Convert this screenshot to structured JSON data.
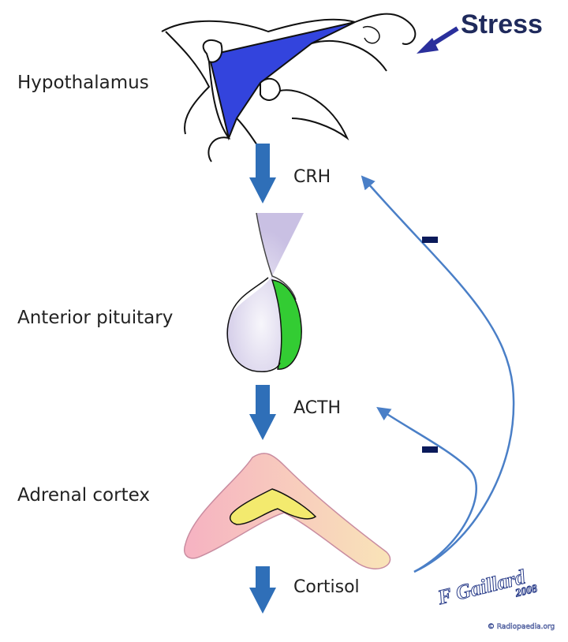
{
  "labels": {
    "stress": "Stress",
    "hypothalamus": "Hypothalamus",
    "anterior_pituitary": "Anterior pituitary",
    "adrenal_cortex": "Adrenal cortex"
  },
  "hormones": {
    "crh": "CRH",
    "acth": "ACTH",
    "cortisol": "Cortisol"
  },
  "feedback": {
    "sign_upper": "-",
    "sign_lower": "-"
  },
  "signature": {
    "name": "F Gaillard",
    "year": "2008",
    "credit": "© Radiopaedia.org"
  },
  "colors": {
    "hypothalamus_fill": "#3344dd",
    "pituitary_fill": "#cfc8e6",
    "posterior_pituitary": "#33cc33",
    "adrenal_fill": "#f4bcc8",
    "adrenal_medulla": "#f3ea6e",
    "down_arrow": "#2f6fb8",
    "feedback_line": "#4a7fc7",
    "minus_sign": "#0a1a5a",
    "stress_arrow": "#2a2f9c"
  }
}
